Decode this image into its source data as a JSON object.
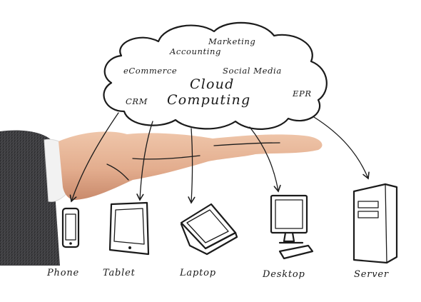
{
  "cloud": {
    "title_line1": "Cloud",
    "title_line2": "Computing",
    "terms": [
      "Marketing",
      "Accounting",
      "eCommerce",
      "Social Media",
      "CRM",
      "EPR"
    ]
  },
  "devices": [
    {
      "label": "Phone",
      "icon": "phone-icon"
    },
    {
      "label": "Tablet",
      "icon": "tablet-icon"
    },
    {
      "label": "Laptop",
      "icon": "laptop-icon"
    },
    {
      "label": "Desktop",
      "icon": "desktop-icon"
    },
    {
      "label": "Server",
      "icon": "server-icon"
    }
  ],
  "colors": {
    "ink": "#1b1b1b",
    "skin": "#e8b597",
    "sleeve": "#3a3a3c",
    "cuff": "#f2f2f2"
  }
}
